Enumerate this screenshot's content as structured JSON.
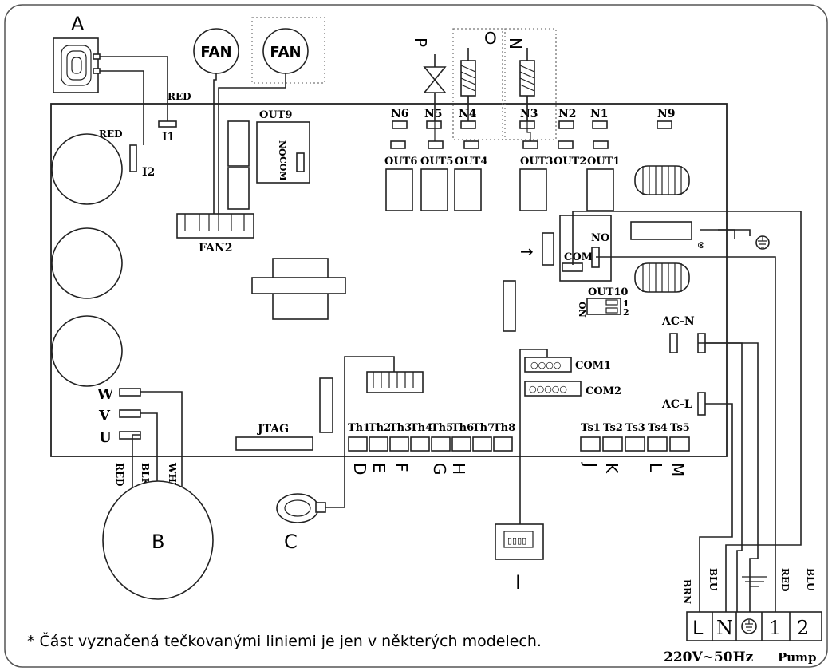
{
  "board": {
    "outputs": [
      "OUT6",
      "OUT5",
      "OUT4",
      "OUT3",
      "OUT2",
      "OUT1"
    ],
    "n_terms": [
      "N6",
      "N5",
      "N4",
      "N3",
      "N2",
      "N1",
      "N9"
    ],
    "out9": "OUT9",
    "out10": "OUT10",
    "no": "NO",
    "com": "COM",
    "on": "ON",
    "sw1": "1",
    "sw2": "2",
    "fan2": "FAN2",
    "fan": "FAN",
    "i1": "I1",
    "i2": "I2",
    "red": "RED",
    "jtag": "JTAG",
    "com1": "COM1",
    "com2": "COM2",
    "ac_n": "AC-N",
    "ac_l": "AC-L",
    "th": [
      "Th1",
      "Th2",
      "Th3",
      "Th4",
      "Th5",
      "Th6",
      "Th7",
      "Th8"
    ],
    "ts": [
      "Ts1",
      "Ts2",
      "Ts3",
      "Ts4",
      "Ts5"
    ],
    "uvw": [
      "W",
      "V",
      "U"
    ],
    "wire_colors": [
      "RED",
      "BLK",
      "WHT"
    ]
  },
  "letters": {
    "a": "A",
    "b": "B",
    "c": "C",
    "d": "D",
    "e": "E",
    "f": "F",
    "g": "G",
    "h": "H",
    "i": "I",
    "j": "J",
    "k": "K",
    "l": "L",
    "m": "M",
    "n": "N",
    "o": "O",
    "p": "P"
  },
  "terminal": {
    "labels": [
      "L",
      "N",
      "1",
      "2"
    ],
    "wires": [
      "BRN",
      "BLU",
      "RED",
      "BLU"
    ],
    "supply": "220V~50Hz",
    "pump": "Pump"
  },
  "footnote": "* Část vyznačená tečkovanými liniemi je jen v některých modelech."
}
